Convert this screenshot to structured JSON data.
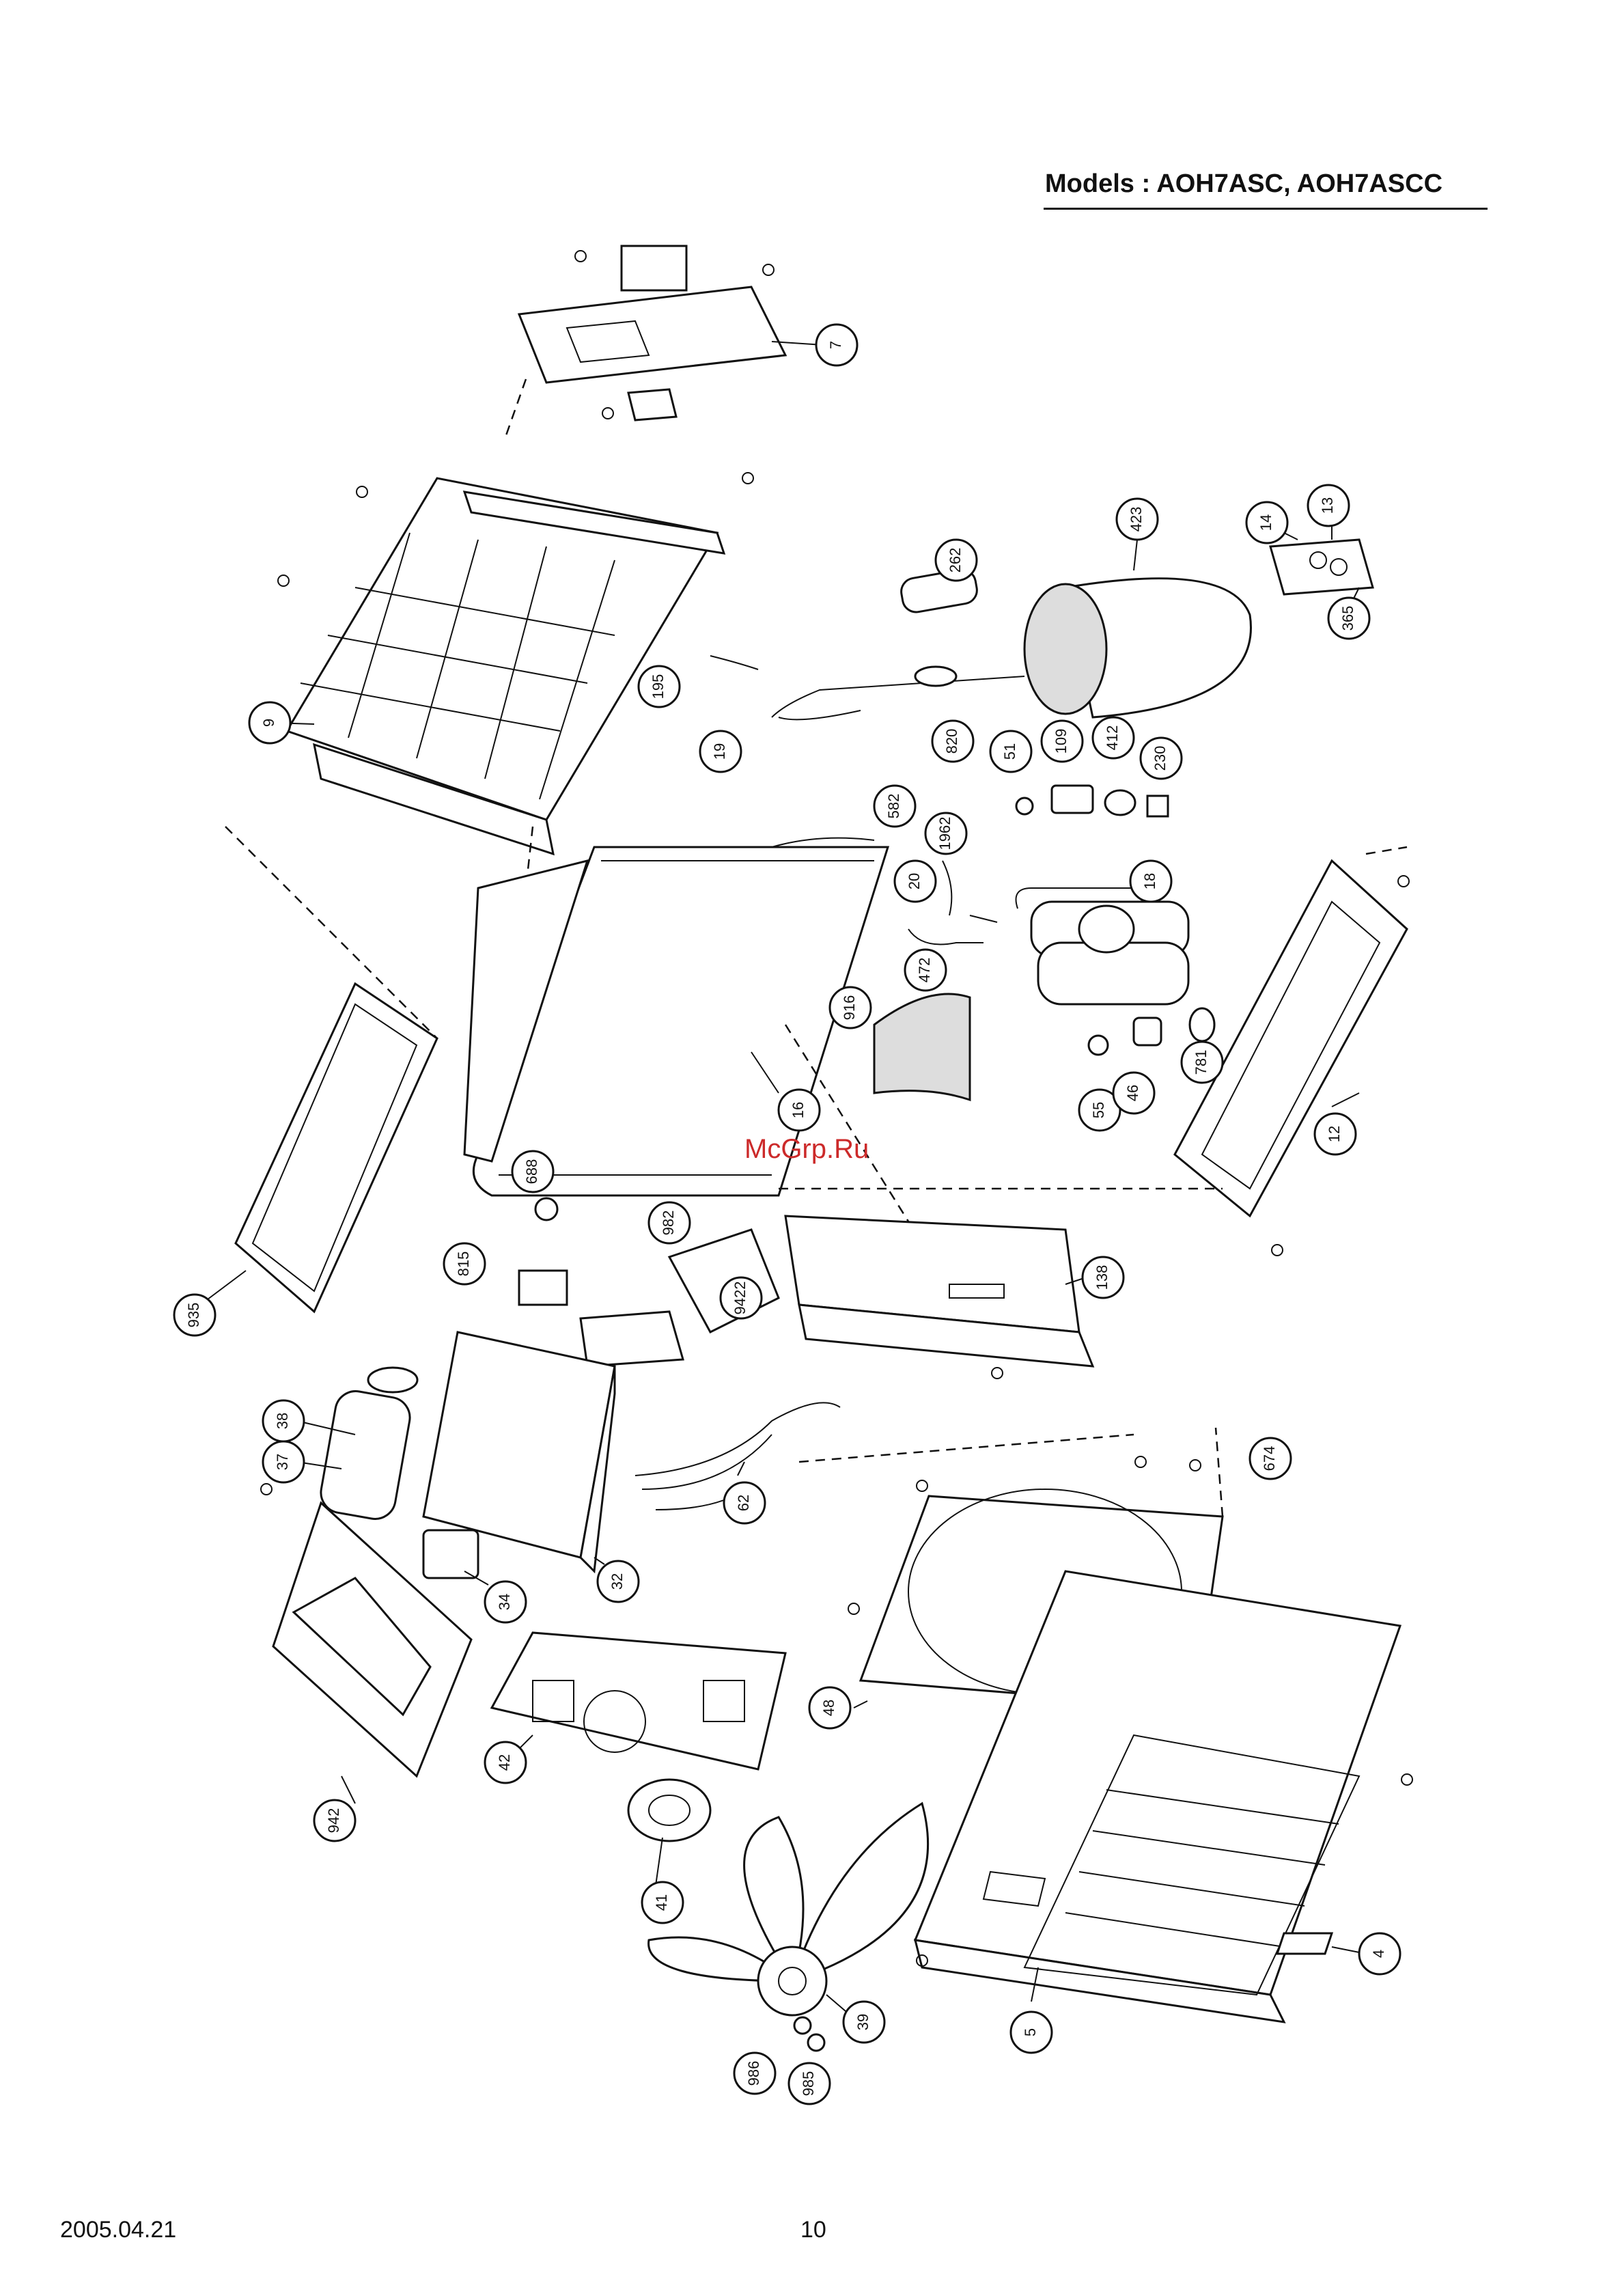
{
  "header": {
    "models_title": "Models : AOH7ASC, AOH7ASCC"
  },
  "footer": {
    "date": "2005.04.21",
    "page_number": "10"
  },
  "watermark": "McGrp.Ru",
  "callouts": [
    "7",
    "9",
    "423",
    "13",
    "14",
    "365",
    "262",
    "195",
    "19",
    "820",
    "51",
    "109",
    "412",
    "230",
    "582",
    "1962",
    "20",
    "18",
    "472",
    "916",
    "55",
    "46",
    "781",
    "16",
    "12",
    "688",
    "982",
    "815",
    "9422",
    "138",
    "935",
    "38",
    "37",
    "62",
    "674",
    "32",
    "34",
    "48",
    "42",
    "41",
    "39",
    "942",
    "4",
    "5",
    "986",
    "985"
  ]
}
